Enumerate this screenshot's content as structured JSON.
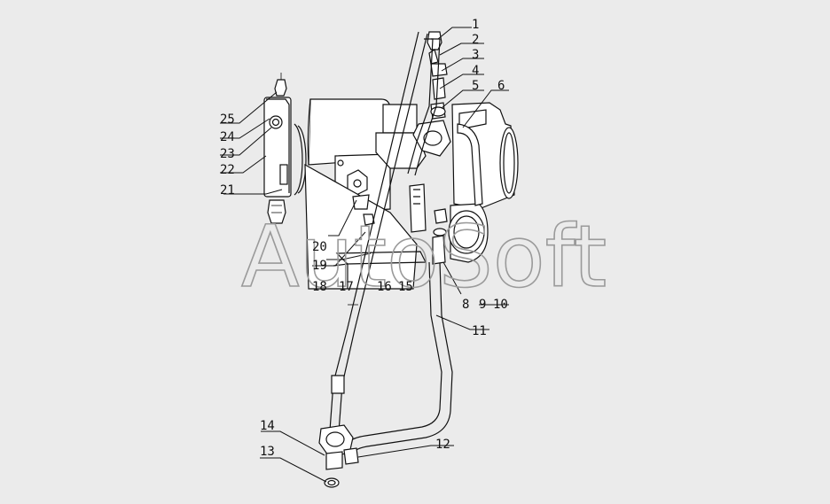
{
  "watermark": "AutoSoft",
  "labels": [
    {
      "id": "1",
      "text": "1"
    },
    {
      "id": "2",
      "text": "2"
    },
    {
      "id": "3",
      "text": "3"
    },
    {
      "id": "4",
      "text": "4"
    },
    {
      "id": "5",
      "text": "5"
    },
    {
      "id": "6",
      "text": "6"
    },
    {
      "id": "8",
      "text": "8"
    },
    {
      "id": "9",
      "text": "9"
    },
    {
      "id": "10",
      "text": "10"
    },
    {
      "id": "11",
      "text": "11"
    },
    {
      "id": "12",
      "text": "12"
    },
    {
      "id": "13",
      "text": "13"
    },
    {
      "id": "14",
      "text": "14"
    },
    {
      "id": "15",
      "text": "15"
    },
    {
      "id": "16",
      "text": "16"
    },
    {
      "id": "17",
      "text": "17"
    },
    {
      "id": "18",
      "text": "18"
    },
    {
      "id": "19",
      "text": "19"
    },
    {
      "id": "20",
      "text": "20"
    },
    {
      "id": "21",
      "text": "21"
    },
    {
      "id": "22",
      "text": "22"
    },
    {
      "id": "23",
      "text": "23"
    },
    {
      "id": "24",
      "text": "24"
    },
    {
      "id": "25",
      "text": "25"
    }
  ]
}
